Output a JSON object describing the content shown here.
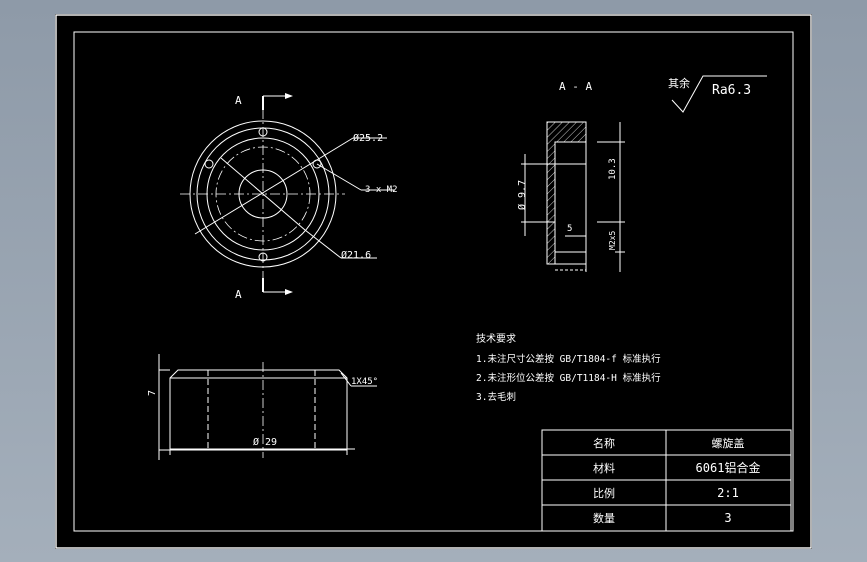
{
  "views": {
    "front_label_top": "A",
    "front_label_bottom": "A",
    "section_title": "A - A"
  },
  "dimensions": {
    "outer_dia": "Ø25.2",
    "inner_dia": "Ø21.6",
    "holes": "3 x M2",
    "bore": "Ø 9.7",
    "depth": "10.3",
    "step": "5",
    "thread": "M2x5",
    "height": "7",
    "chamfer": "1X45°",
    "base_dia": "Ø 29"
  },
  "roughness": {
    "prefix": "其余",
    "value": "Ra6.3"
  },
  "tech": {
    "title": "技术要求",
    "items": [
      "1.未注尺寸公差按 GB/T1804-f 标准执行",
      "2.未注形位公差按 GB/T1184-H 标准执行",
      "3.去毛刺"
    ]
  },
  "title_block": [
    {
      "label": "名称",
      "value": "螺旋盖"
    },
    {
      "label": "材料",
      "value": "6061铝合金"
    },
    {
      "label": "比例",
      "value": "2:1"
    },
    {
      "label": "数量",
      "value": "3"
    }
  ]
}
